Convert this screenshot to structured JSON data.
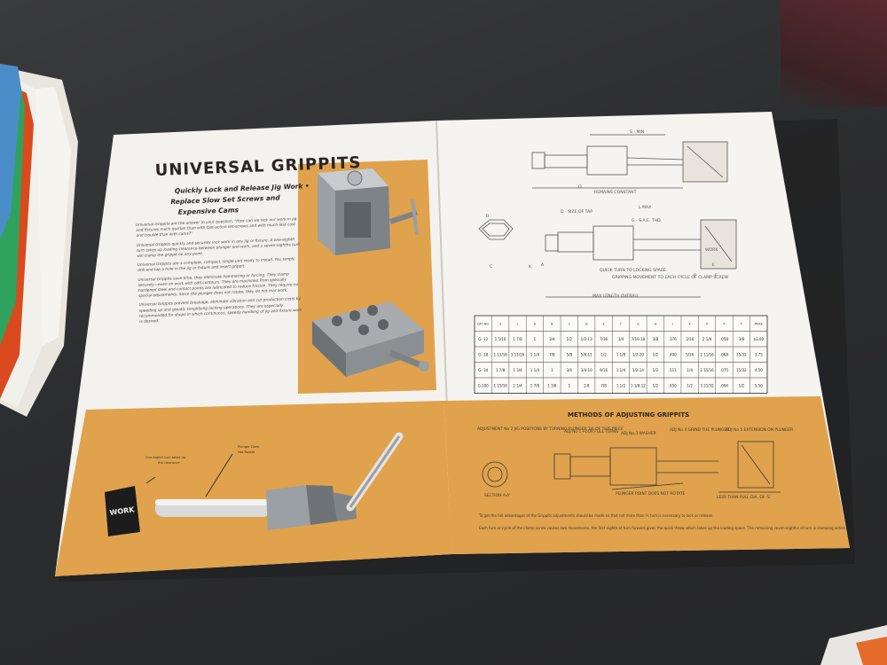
{
  "left_page": {
    "title": "UNIVERSAL GRIPPITS",
    "subtitle": [
      "Quickly Lock and Release Jig Work •",
      "Replace Slow Set Screws and",
      "Expensive Cams"
    ],
    "body_paragraphs": [
      "Universal Grippits are the answer to your question, \"How can we lock our work in jig and fixtures much quicker than with fast-action set-screws and with much less cost and trouble than with cams?\"",
      "Universal Grippits quickly and securely lock work in any jig or fixture. A one-eighth turn takes up loading clearance between plunger and work, and a seven-eighths turn will clamp the grippit on any point.",
      "Universal Grippits are a complete, compact, single unit ready to install. You simply drill and tap a hole in the jig or fixture and insert grippit.",
      "Universal Grippits save time, they eliminate hammering or forcing. They clamp securely—even on work with odd contours. They are machined from specially hardened steel and contact points are lubricated to reduce friction. They require no special adjustments. Since the plunger does not rotate, they do not mar work.",
      "Universal Grippits prevent breakage, eliminate vibration and cut production costs by speeding up and greatly simplifying locking operations. They are especially recommended for shops in which continuous, speedy handling of jig and fixture work is desired."
    ],
    "bottom_callout_left": [
      "One-eighth turn takes up",
      "the clearance"
    ],
    "bottom_callout_right": [
      "Plunger Does",
      "Not Rotate"
    ],
    "work_label": "WORK"
  },
  "right_page": {
    "drawing1": {
      "labels": [
        "S - MIN",
        "O",
        "REMAINS CONSTANT"
      ]
    },
    "drawing2": {
      "labels": [
        "D - SIZE OF TAP",
        "L MAX",
        "G - S.A.E. THD.",
        "B",
        "C",
        "K",
        "WORK",
        "QUICK TURN TO LOCKING SPACE",
        "GRIPPING MOVEMENT TO EACH CYCLE OF CLAMP SCREW",
        "MAX LENGTH OVERALL",
        "A",
        "E",
        "F",
        "P"
      ]
    },
    "table": {
      "headers": [
        "CAT. NO.",
        "S",
        "L",
        "A",
        "B",
        "C",
        "D",
        "E",
        "F",
        "G",
        "H",
        "J",
        "K",
        "O",
        "P",
        "T",
        "PRICE"
      ],
      "rows": [
        [
          "G- 12",
          "1 5/16",
          "1 7/8",
          "1",
          "3/4",
          "1/2",
          "1/2-13",
          "7/16",
          "3/4",
          "7/16-18",
          "3/8",
          ".376",
          "3/16",
          "2 1/8",
          ".058",
          "3/8",
          "$3.00"
        ],
        [
          "G- 18",
          "1 11/16",
          "1 11/16",
          "1 1/4",
          "7/8",
          "5/8",
          "5/8-11",
          "1/2",
          "1 1/8",
          "1/2-20",
          "1/2",
          ".400",
          "5/16",
          "2 11/16",
          ".068",
          "15/32",
          "3.75"
        ],
        [
          "G- 34",
          "1 7/8",
          "1 3/4",
          "1 1/4",
          "1",
          "3/4",
          "3/4-10",
          "9/16",
          "1 1/4",
          "1/2-14",
          "1/2",
          ".511",
          "1/4",
          "2 15/16",
          ".075",
          "15/32",
          "4.50"
        ],
        [
          "G-100",
          "1 15/16",
          "2 1/4",
          "1 7/8",
          "1 3/8",
          "1",
          "1-8",
          "7/8",
          "1 1/2",
          "1 1/8-12",
          "1/2",
          ".650",
          "1/2",
          "3 21/32",
          ".094",
          "1/2",
          "5.50"
        ]
      ]
    },
    "methods_title": "METHODS OF ADJUSTING GRIPPITS",
    "adjustments": [
      "ADJUSTMENT No 2  JIG POSITIONS BY TURNING PLUNGER 1/6 OF THIS PIECE",
      "ADJ No 1  FOUR FULL TURNS",
      "ADJ No 3  WASHER",
      "ADJ No 4  GRIND THE PLUNGER",
      "ADJ No 5  EXTENSION ON PLUNGER"
    ],
    "section_label": "SECTION A-A'",
    "plunger_note": "PLUNGER POINT DOES NOT ROTATE",
    "less_than_note": "LESS THAN PULL DIA. OF 'S'",
    "footer_lines": [
      "To get the full advantages of the Grippits adjustments should be made so that not more than ¼ turn is necessary to lock or release.",
      "Each turn or cycle of the clamp screw causes two movements, the first eighth of turn forward gives the quick throw which takes up the loading space. The remaining seven-eighths of turn is clamping action."
    ]
  },
  "colors": {
    "orange": "#e0a24c",
    "paper": "#f4f2ee",
    "title": "#2a2522",
    "table": "#2a2a2a"
  }
}
